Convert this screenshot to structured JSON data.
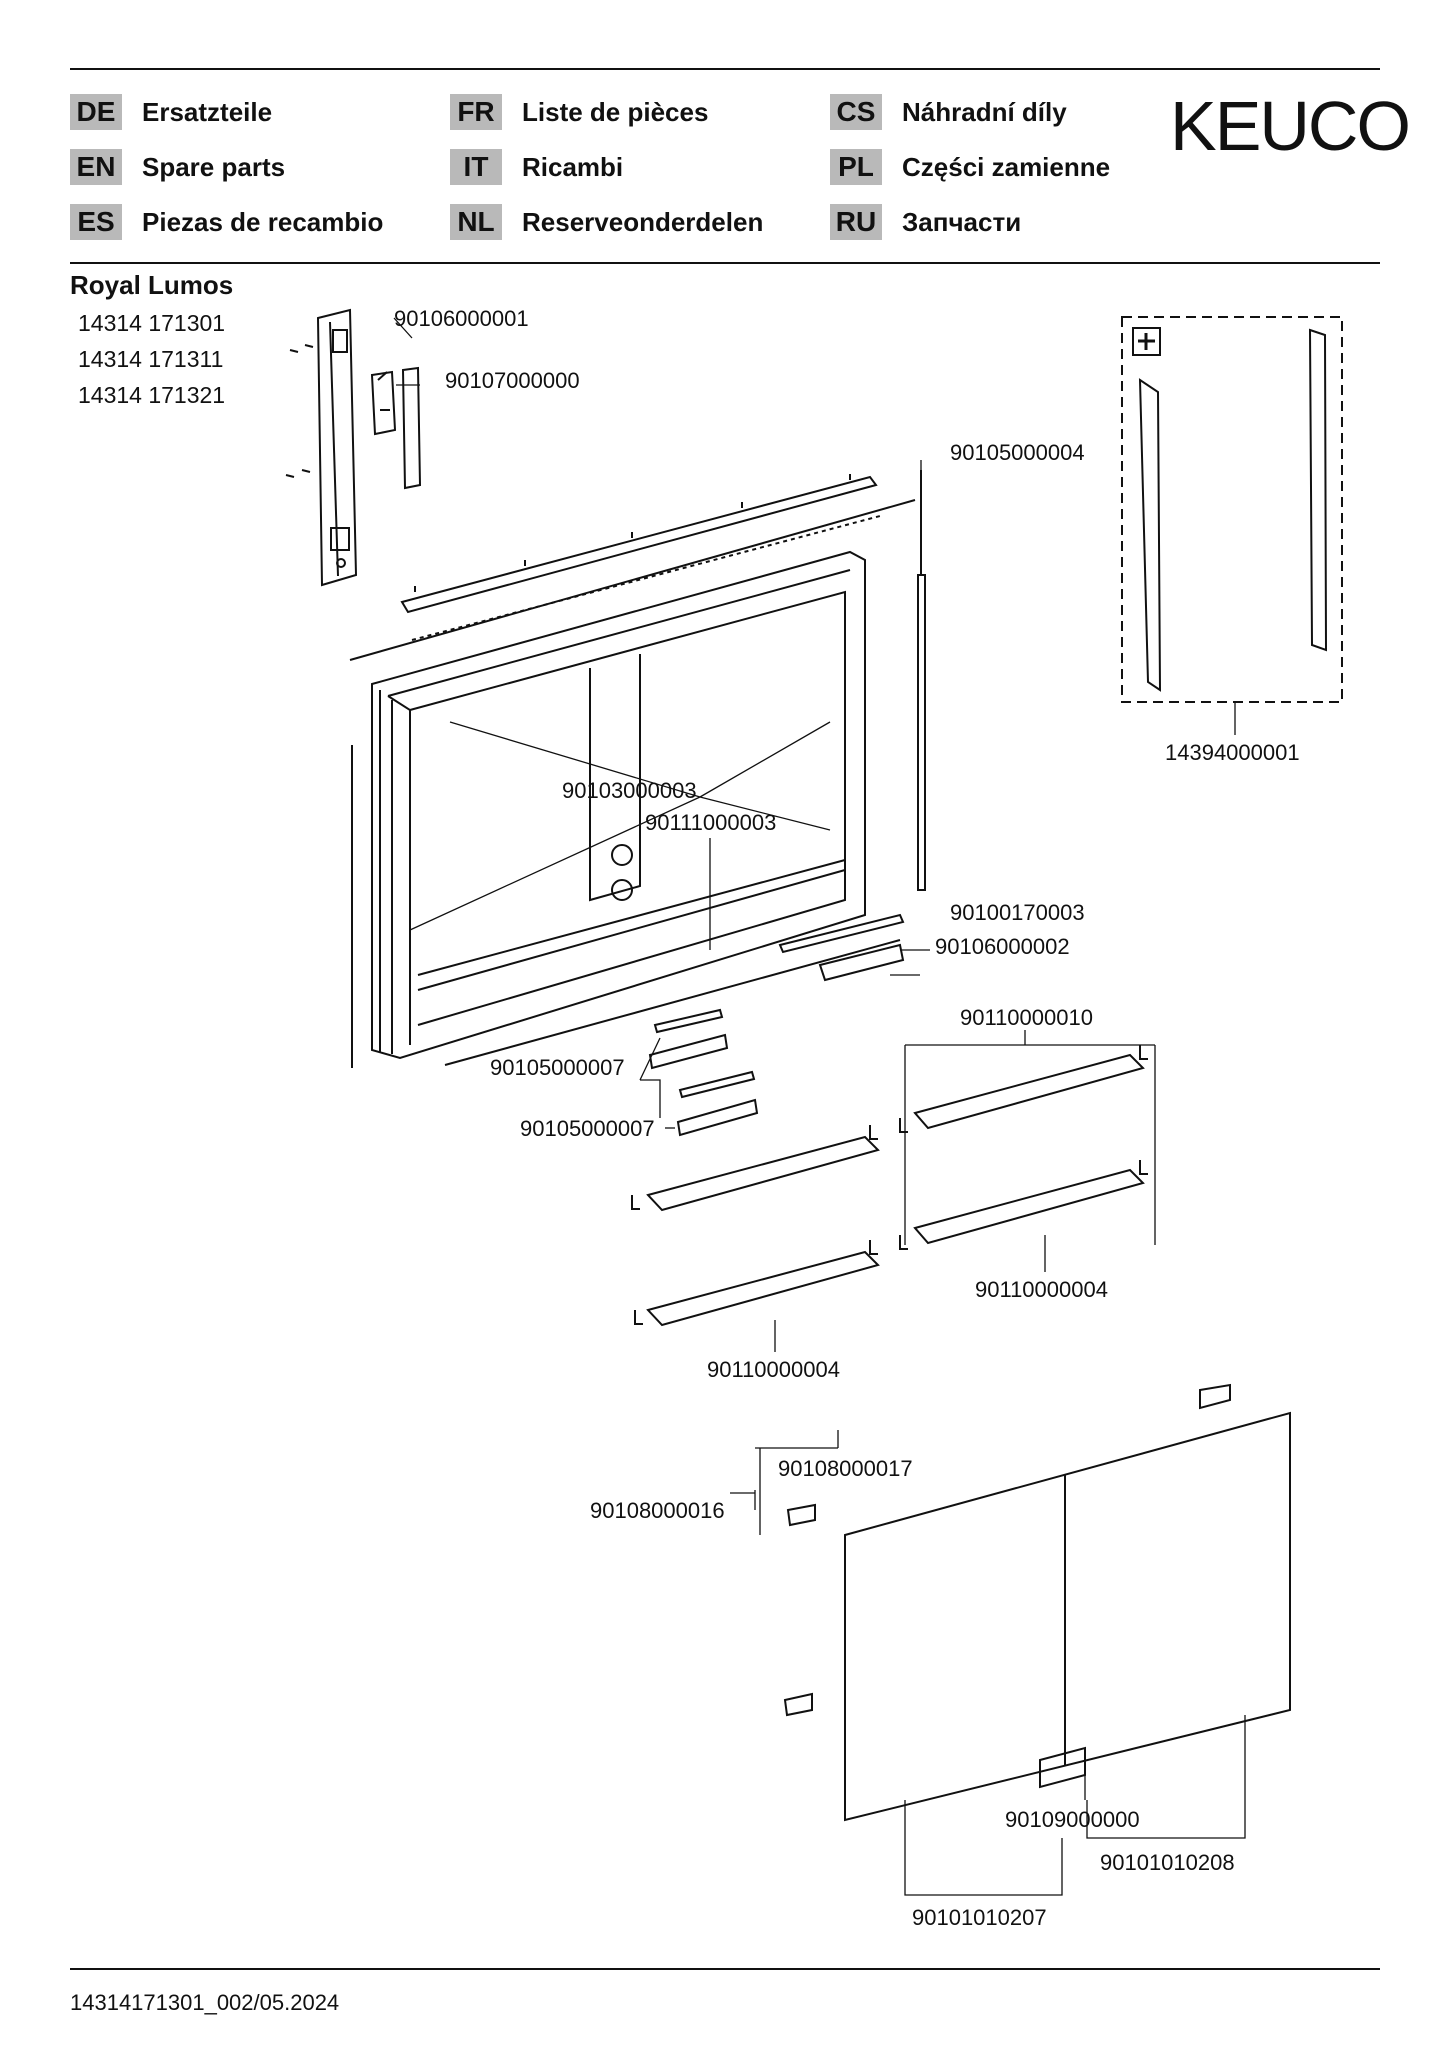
{
  "header": {
    "languages": [
      {
        "code": "DE",
        "label": "Ersatzteile"
      },
      {
        "code": "FR",
        "label": "Liste de pièces"
      },
      {
        "code": "CS",
        "label": "Náhradní díly"
      },
      {
        "code": "EN",
        "label": "Spare parts"
      },
      {
        "code": "IT",
        "label": "Ricambi"
      },
      {
        "code": "PL",
        "label": "Części zamienne"
      },
      {
        "code": "ES",
        "label": "Piezas de recambio"
      },
      {
        "code": "NL",
        "label": "Reserveonderdelen"
      },
      {
        "code": "RU",
        "label": "Запчасти"
      }
    ],
    "logo": "KEUCO"
  },
  "product": {
    "title": "Royal Lumos",
    "articles": [
      "14314 171301",
      "14314 171311",
      "14314 171321"
    ]
  },
  "parts": {
    "p1": "90106000001",
    "p2": "90107000000",
    "p3": "90105000004",
    "p4": "14394000001",
    "p5": "90103000003",
    "p6": "90111000003",
    "p7": "90100170003",
    "p8": "90106000002",
    "p9": "90110000010",
    "p10": "90105000007",
    "p11": "90105000007",
    "p12": "90110000004",
    "p13": "90110000004",
    "p14": "90108000017",
    "p15": "90108000016",
    "p16": "90109000000",
    "p17": "90101010208",
    "p18": "90101010207"
  },
  "footer": {
    "doc_code": "14314171301_002/05.2024"
  }
}
